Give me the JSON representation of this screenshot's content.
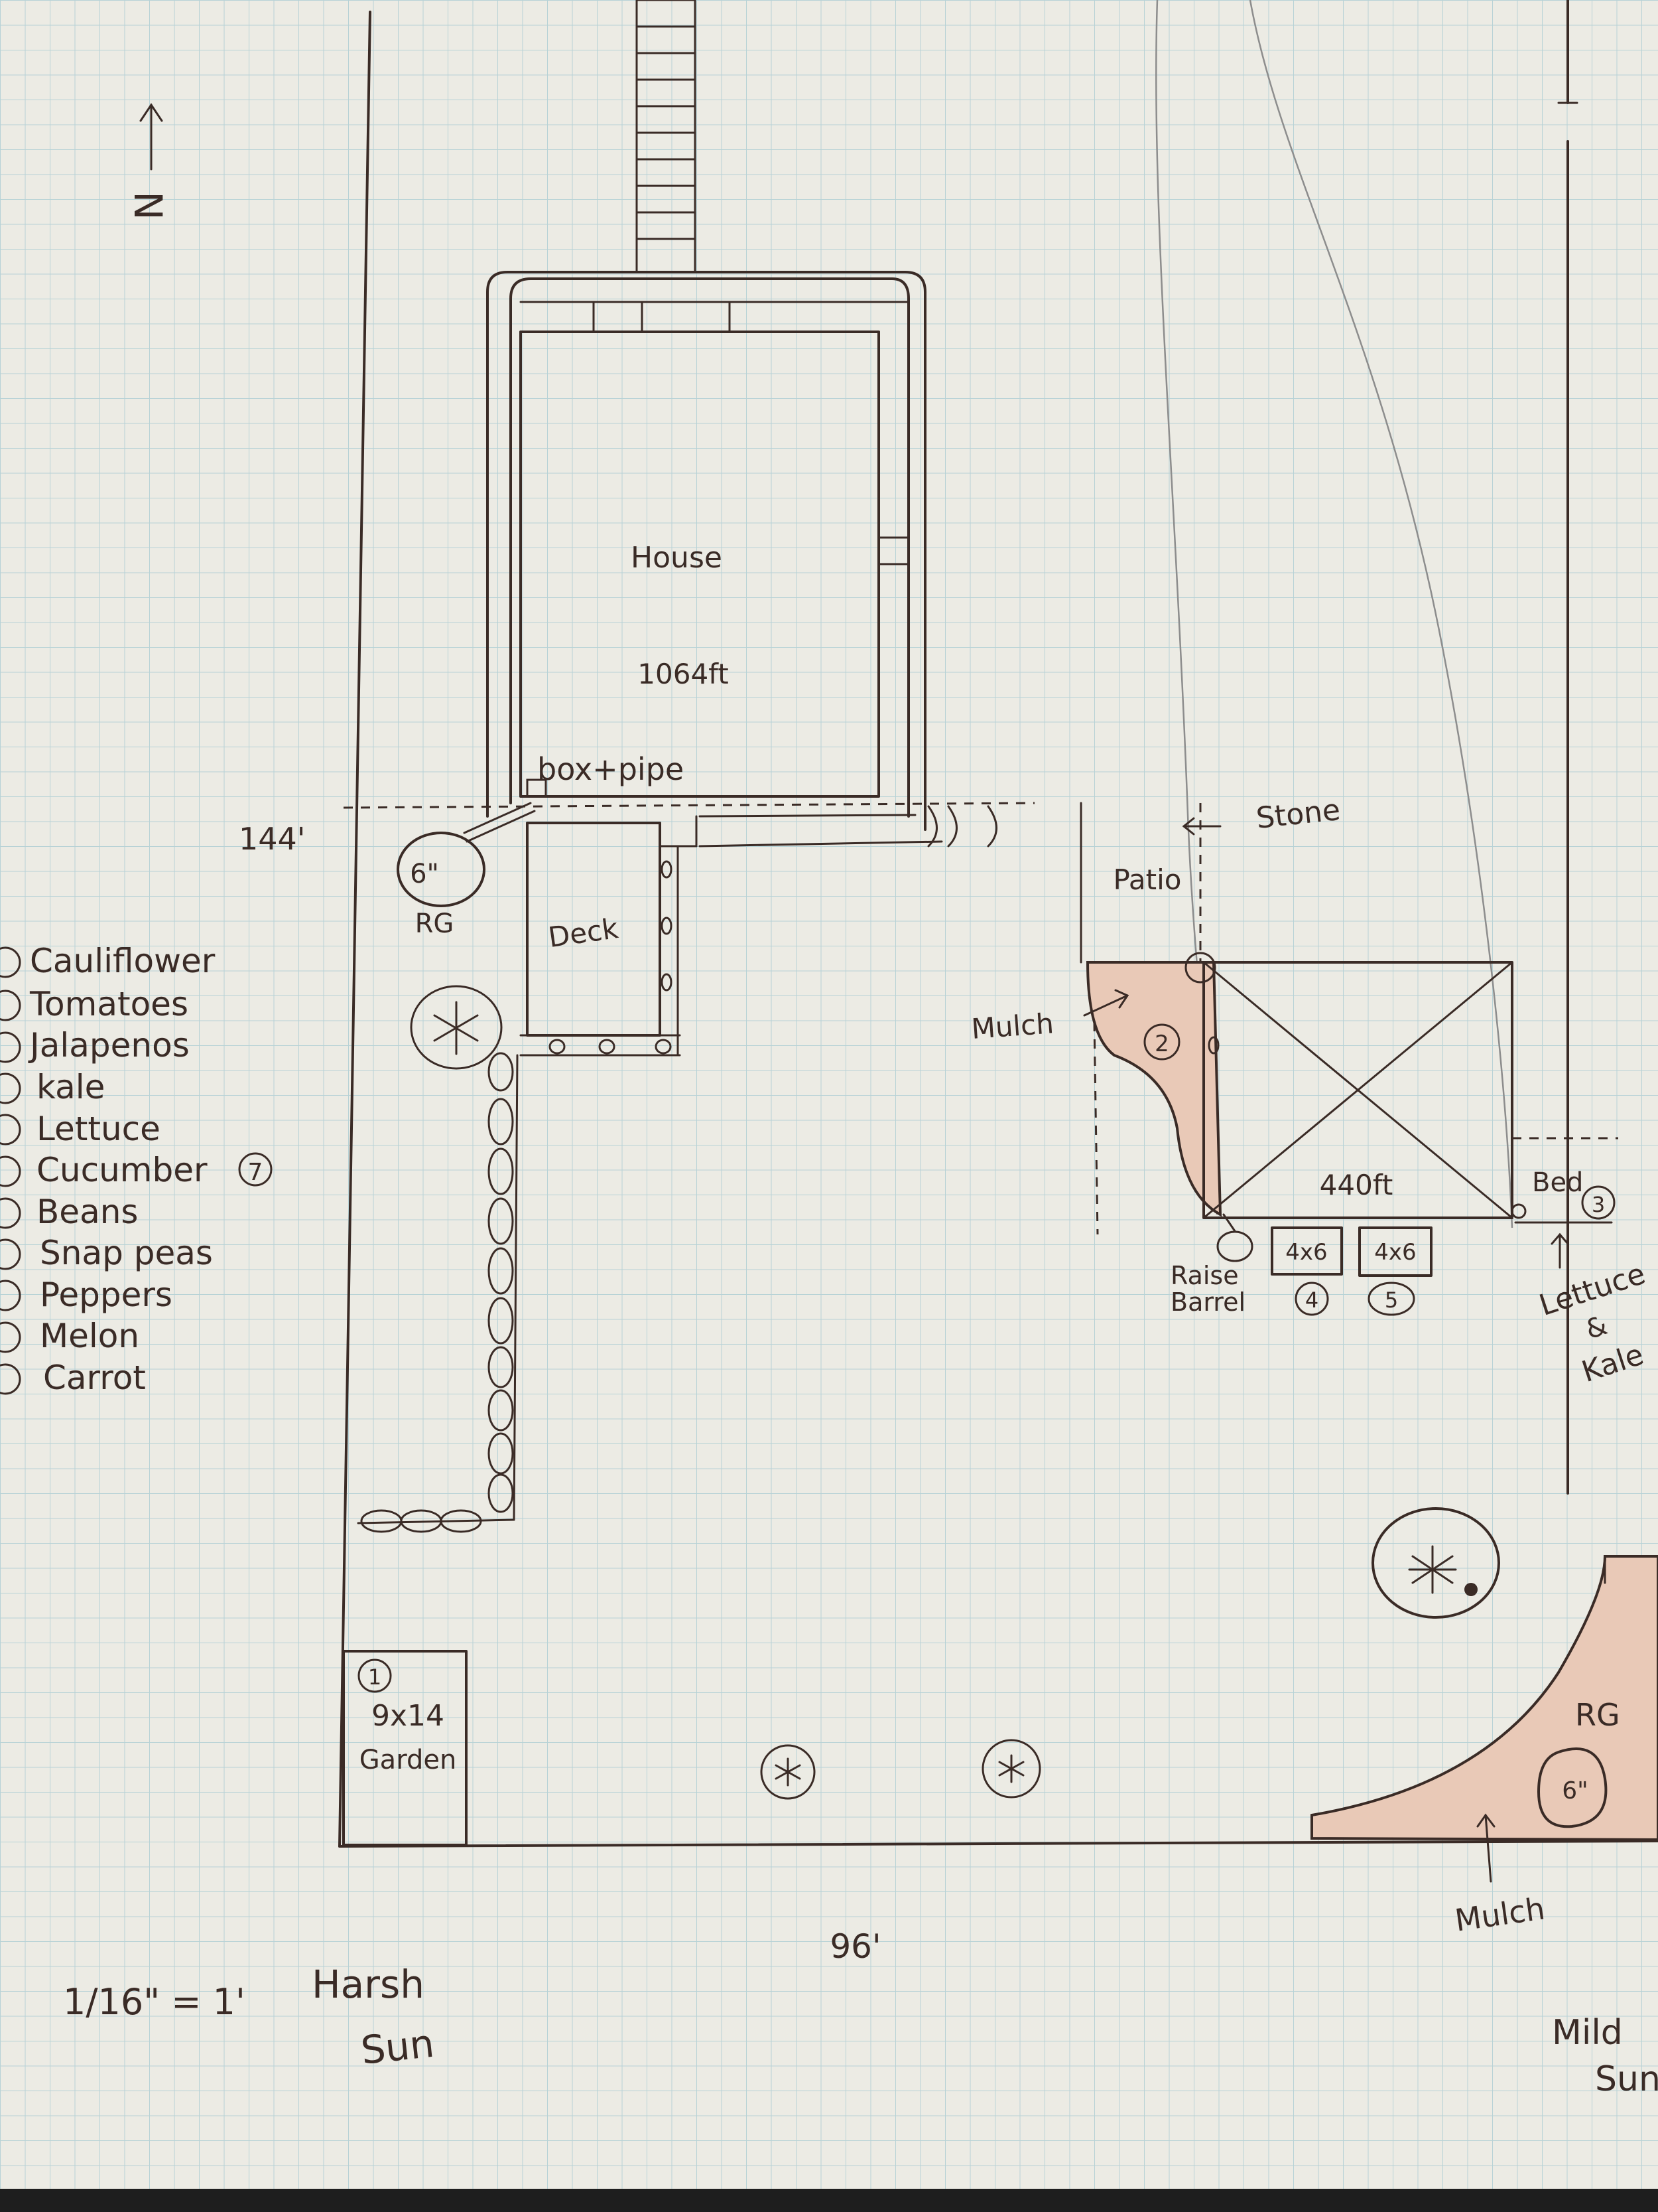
{
  "north_label": "N",
  "house": {
    "label": "House",
    "area": "1064ft"
  },
  "box_pipe_label": "box+pipe",
  "dimension_144": "144'",
  "rain_garden_left": {
    "size": "6\"",
    "label": "RG"
  },
  "deck_label": "Deck",
  "legend_items": [
    {
      "label": "Cauliflower"
    },
    {
      "label": "Tomatoes"
    },
    {
      "label": "Jalapenos"
    },
    {
      "label": "kale"
    },
    {
      "label": "Lettuce"
    },
    {
      "label": "Cucumber",
      "mark": "7"
    },
    {
      "label": "Beans"
    },
    {
      "label": "Snap peas"
    },
    {
      "label": "Peppers"
    },
    {
      "label": "Melon"
    },
    {
      "label": "Carrot"
    }
  ],
  "stone_label": "Stone",
  "patio_label": "Patio",
  "mulch_label": "Mulch",
  "patio_area": "440ft",
  "patio_marker": "2",
  "bed_label": "Bed",
  "bed_marker": "3",
  "lettuce_kale_label": [
    "Lettuce",
    "&",
    "Kale"
  ],
  "raise_barrel_label": [
    "Raise",
    "Barrel"
  ],
  "bed_4": {
    "size": "4x6",
    "marker": "4"
  },
  "bed_5": {
    "size": "4x6",
    "marker": "5"
  },
  "garden": {
    "marker": "1",
    "size": "9x14",
    "label": "Garden"
  },
  "rain_garden_right": {
    "label": "RG",
    "size": "6\""
  },
  "mulch_bottom_label": "Mulch",
  "dimension_96": "96'",
  "scale_label": "1/16\" = 1'",
  "harsh_sun_label": [
    "Harsh",
    "Sun"
  ],
  "mild_sun_label": [
    "Mild",
    "Sun"
  ]
}
